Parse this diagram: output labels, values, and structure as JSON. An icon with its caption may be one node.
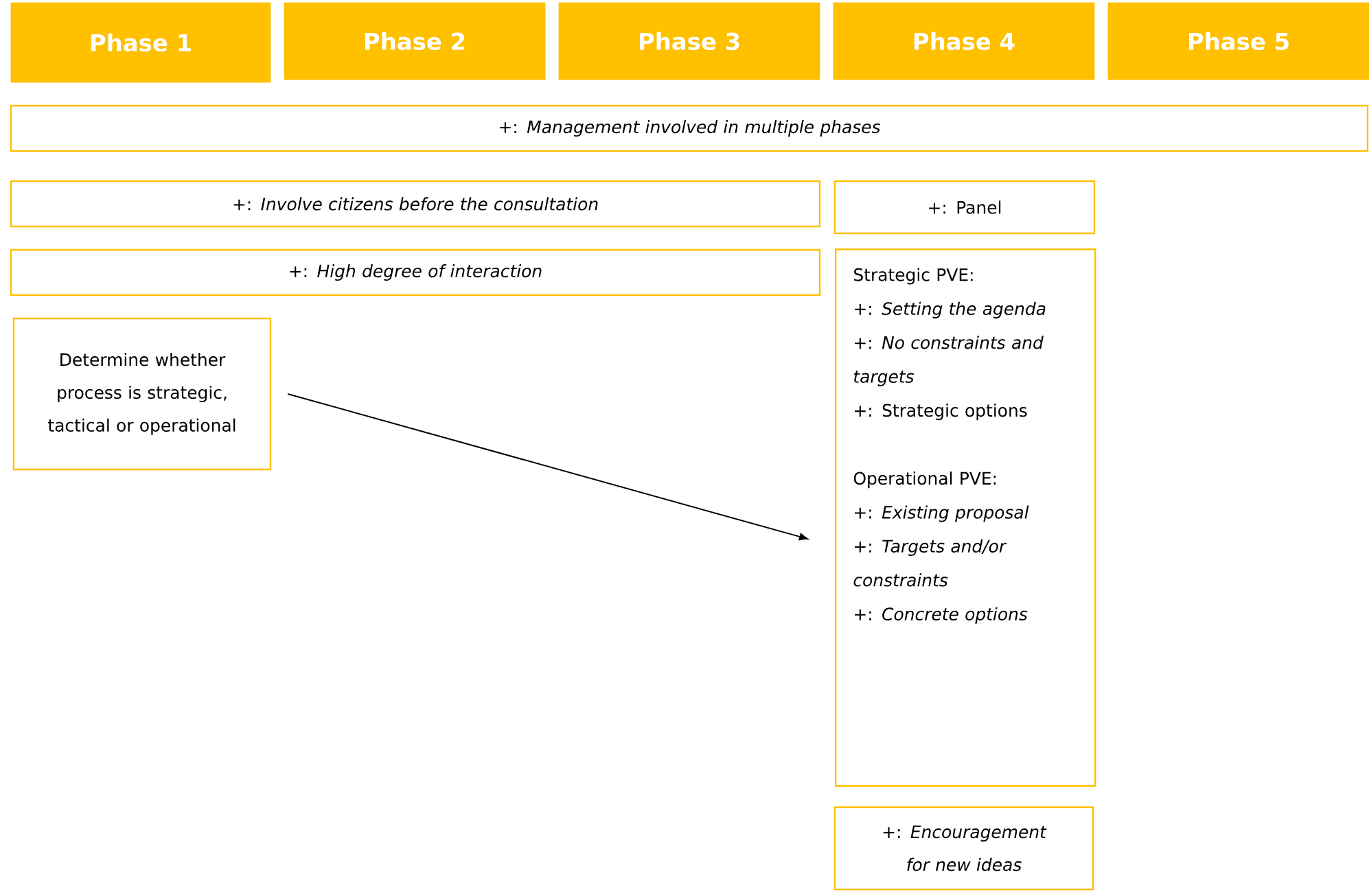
{
  "diagram": {
    "nodes": [
      {
        "text": [
          "Phase 1"
        ]
      },
      {
        "text": [
          "Phase 2"
        ]
      },
      {
        "text": [
          "Phase 3"
        ]
      },
      {
        "text": [
          "Phase 4"
        ]
      },
      {
        "text": [
          "Phase 5"
        ]
      },
      {
        "text": [
          "+: *Management involved in multiple phases*"
        ]
      },
      {
        "text": [
          "+: *Involve citizens before the consultation*"
        ]
      },
      {
        "text": [
          "+: Panel"
        ]
      },
      {
        "text": [
          "+: *High degree of interaction*"
        ]
      },
      {
        "text": [
          "Determine whether process is strategic, tactical or operational"
        ]
      },
      {
        "text": [
          "Strategic PVE:",
          "+: *Setting the agenda*",
          "+: *No constraints and targets*",
          "+: Strategic options",
          "Operational PVE:",
          "+: *Existing proposal*",
          "+: *Targets and/or constraints*",
          "+: *Concrete options*"
        ]
      },
      {
        "text": [
          "+: *Encouragement for new ideas*"
        ]
      }
    ],
    "edges": [
      {
        "from": 9,
        "to": 10,
        "arrow": "to"
      }
    ]
  }
}
